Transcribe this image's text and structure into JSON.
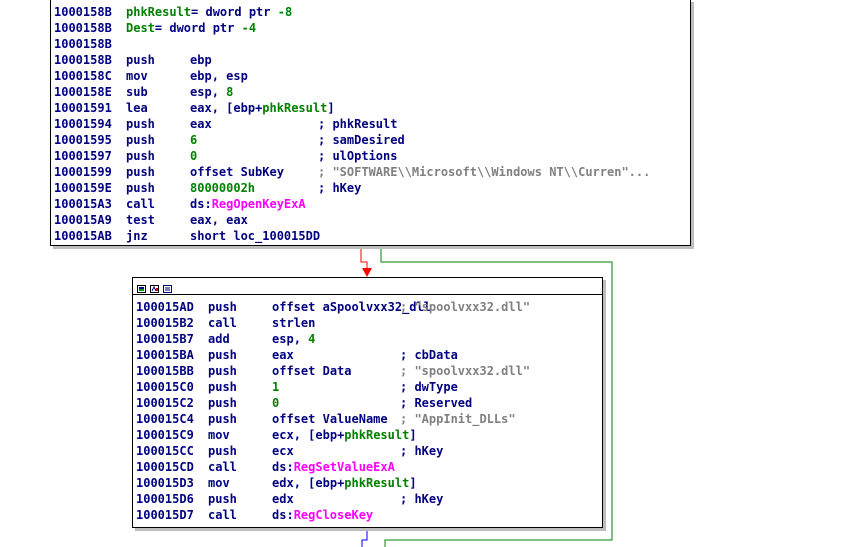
{
  "block1": {
    "lines": [
      {
        "addr": "1000158B",
        "text": "phkResult= dword ptr -8"
      },
      {
        "addr": "1000158B",
        "text": "Dest= dword ptr -4"
      },
      {
        "addr": "1000158B",
        "text": ""
      },
      {
        "addr": "1000158B",
        "mn": "push",
        "op": "ebp",
        "cmt": ""
      },
      {
        "addr": "1000158C",
        "mn": "mov",
        "op": "ebp, esp",
        "cmt": ""
      },
      {
        "addr": "1000158E",
        "mn": "sub",
        "op": "esp, 8",
        "cmt": ""
      },
      {
        "addr": "10001591",
        "mn": "lea",
        "op": "eax, [ebp+phkResult]",
        "cmt": ""
      },
      {
        "addr": "10001594",
        "mn": "push",
        "op": "eax",
        "cmt": "; phkResult"
      },
      {
        "addr": "10001595",
        "mn": "push",
        "op": "6",
        "cmt": "; samDesired"
      },
      {
        "addr": "10001597",
        "mn": "push",
        "op": "0",
        "cmt": "; ulOptions"
      },
      {
        "addr": "10001599",
        "mn": "push",
        "op": "offset SubKey",
        "cmt": "; \"SOFTWARE\\\\Microsoft\\\\Windows NT\\\\Curren\"..."
      },
      {
        "addr": "1000159E",
        "mn": "push",
        "op": "80000002h",
        "cmt": "; hKey"
      },
      {
        "addr": "100015A3",
        "mn": "call",
        "op": "ds:RegOpenKeyExA",
        "cmt": ""
      },
      {
        "addr": "100015A9",
        "mn": "test",
        "op": "eax, eax",
        "cmt": ""
      },
      {
        "addr": "100015AB",
        "mn": "jnz",
        "op": "short loc_100015DD",
        "cmt": ""
      }
    ]
  },
  "block2": {
    "toolbar_icons": [
      "graph-color-icon",
      "node-rename-icon",
      "node-group-icon"
    ],
    "lines": [
      {
        "addr": "100015AD",
        "mn": "push",
        "op": "offset aSpoolvxx32_dll",
        "cmt": "; \"spoolvxx32.dll\""
      },
      {
        "addr": "100015B2",
        "mn": "call",
        "op": "strlen",
        "cmt": ""
      },
      {
        "addr": "100015B7",
        "mn": "add",
        "op": "esp, 4",
        "cmt": ""
      },
      {
        "addr": "100015BA",
        "mn": "push",
        "op": "eax",
        "cmt": "; cbData"
      },
      {
        "addr": "100015BB",
        "mn": "push",
        "op": "offset Data",
        "cmt": "; \"spoolvxx32.dll\""
      },
      {
        "addr": "100015C0",
        "mn": "push",
        "op": "1",
        "cmt": "; dwType"
      },
      {
        "addr": "100015C2",
        "mn": "push",
        "op": "0",
        "cmt": "; Reserved"
      },
      {
        "addr": "100015C4",
        "mn": "push",
        "op": "offset ValueName",
        "cmt": "; \"AppInit_DLLs\""
      },
      {
        "addr": "100015C9",
        "mn": "mov",
        "op": "ecx, [ebp+phkResult]",
        "cmt": ""
      },
      {
        "addr": "100015CC",
        "mn": "push",
        "op": "ecx",
        "cmt": "; hKey"
      },
      {
        "addr": "100015CD",
        "mn": "call",
        "op": "ds:RegSetValueExA",
        "cmt": ""
      },
      {
        "addr": "100015D3",
        "mn": "mov",
        "op": "edx, [ebp+phkResult]",
        "cmt": ""
      },
      {
        "addr": "100015D6",
        "mn": "push",
        "op": "edx",
        "cmt": "; hKey"
      },
      {
        "addr": "100015D7",
        "mn": "call",
        "op": "ds:RegCloseKey",
        "cmt": ""
      }
    ]
  },
  "colors": {
    "address": "#000080",
    "number": "#008000",
    "import": "#ff00ff",
    "string_comment": "#808080",
    "edge_false": "#ff0000",
    "edge_true": "#008000",
    "edge_next": "#0000ff"
  }
}
